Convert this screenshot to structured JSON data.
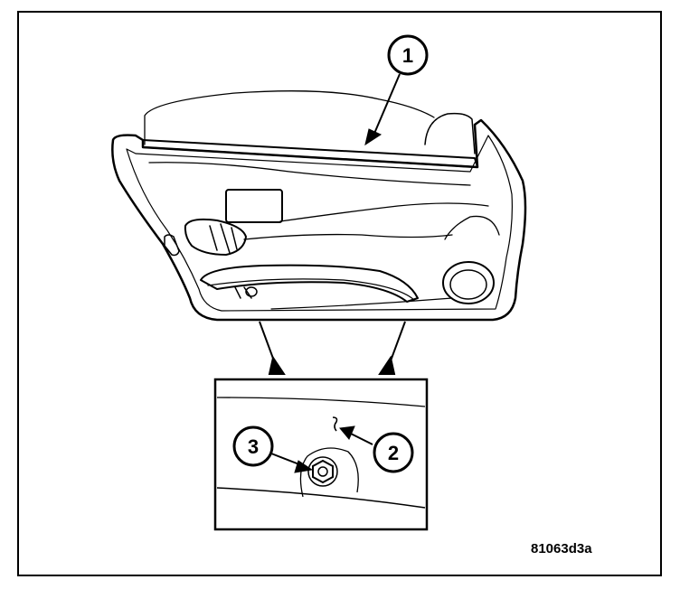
{
  "callouts": [
    {
      "label": "1"
    },
    {
      "label": "2"
    },
    {
      "label": "3"
    }
  ],
  "figure_code": "81063d3a",
  "colors": {
    "ink": "#000000",
    "paper": "#ffffff"
  }
}
